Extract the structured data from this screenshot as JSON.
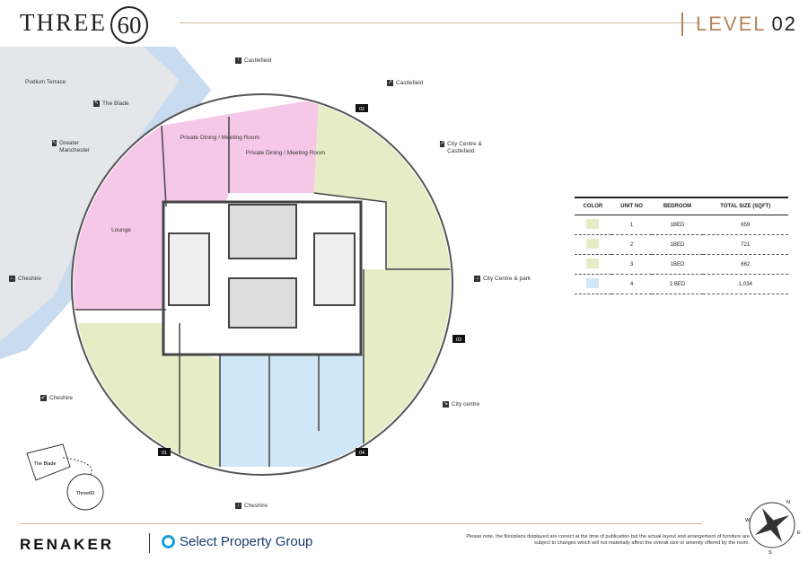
{
  "header": {
    "logo_text": "THREE",
    "logo_ring": "60",
    "level_word": "LEVEL",
    "level_number": "02"
  },
  "directions": [
    {
      "label": "Castlefield",
      "icon": "arrow-up-icon"
    },
    {
      "label": "Castlefield",
      "icon": "arrow-up-right-icon"
    },
    {
      "label": "Podium Terrace"
    },
    {
      "label": "The Blade",
      "icon": "arrow-up-left-icon"
    },
    {
      "label": "Greater Manchester",
      "icon": "arrow-up-left-icon"
    },
    {
      "label": "City Centre & Castlefield",
      "icon": "arrow-up-right-icon"
    },
    {
      "label": "Cheshire",
      "icon": "arrow-left-icon"
    },
    {
      "label": "City Centre & park",
      "icon": "arrow-right-icon"
    },
    {
      "label": "Cheshire",
      "icon": "arrow-down-left-icon"
    },
    {
      "label": "City centre",
      "icon": "arrow-down-right-icon"
    },
    {
      "label": "Cheshire",
      "icon": "arrow-down-icon"
    }
  ],
  "rooms": {
    "lounge": "Lounge",
    "dining1": "Private Dining / Meeting Room",
    "dining2": "Private Dining / Meeting Room"
  },
  "unit_markers": [
    "01",
    "02",
    "03",
    "04"
  ],
  "minimap": {
    "blade": "The Blade",
    "three60": "Three60"
  },
  "compass": {
    "n": "N",
    "e": "E",
    "s": "S",
    "w": "W"
  },
  "table": {
    "headers": [
      "COLOR",
      "UNIT NO",
      "BEDROOM",
      "TOTAL SIZE (SQFT)"
    ],
    "rows": [
      {
        "color": "#e6edc6",
        "unit": "1",
        "bedroom": "1BED",
        "size": "659"
      },
      {
        "color": "#e6edc6",
        "unit": "2",
        "bedroom": "1BED",
        "size": "721"
      },
      {
        "color": "#e6edc6",
        "unit": "3",
        "bedroom": "1BED",
        "size": "662"
      },
      {
        "color": "#cfe7f6",
        "unit": "4",
        "bedroom": "2 BED",
        "size": "1,034"
      }
    ]
  },
  "footer": {
    "renaker": "RENAKER",
    "select": "Select Property Group",
    "disclaimer": "Please note, the floorplans displayed are correct at the time of publication but the actual layout and arrangement of furniture are subject to changes which will not materially affect the overall size or amenity offered by the room."
  },
  "colors": {
    "pink": "#f6c8e8",
    "green": "#e6edc6",
    "blue": "#cfe7f6",
    "accent": "#b4845a"
  }
}
